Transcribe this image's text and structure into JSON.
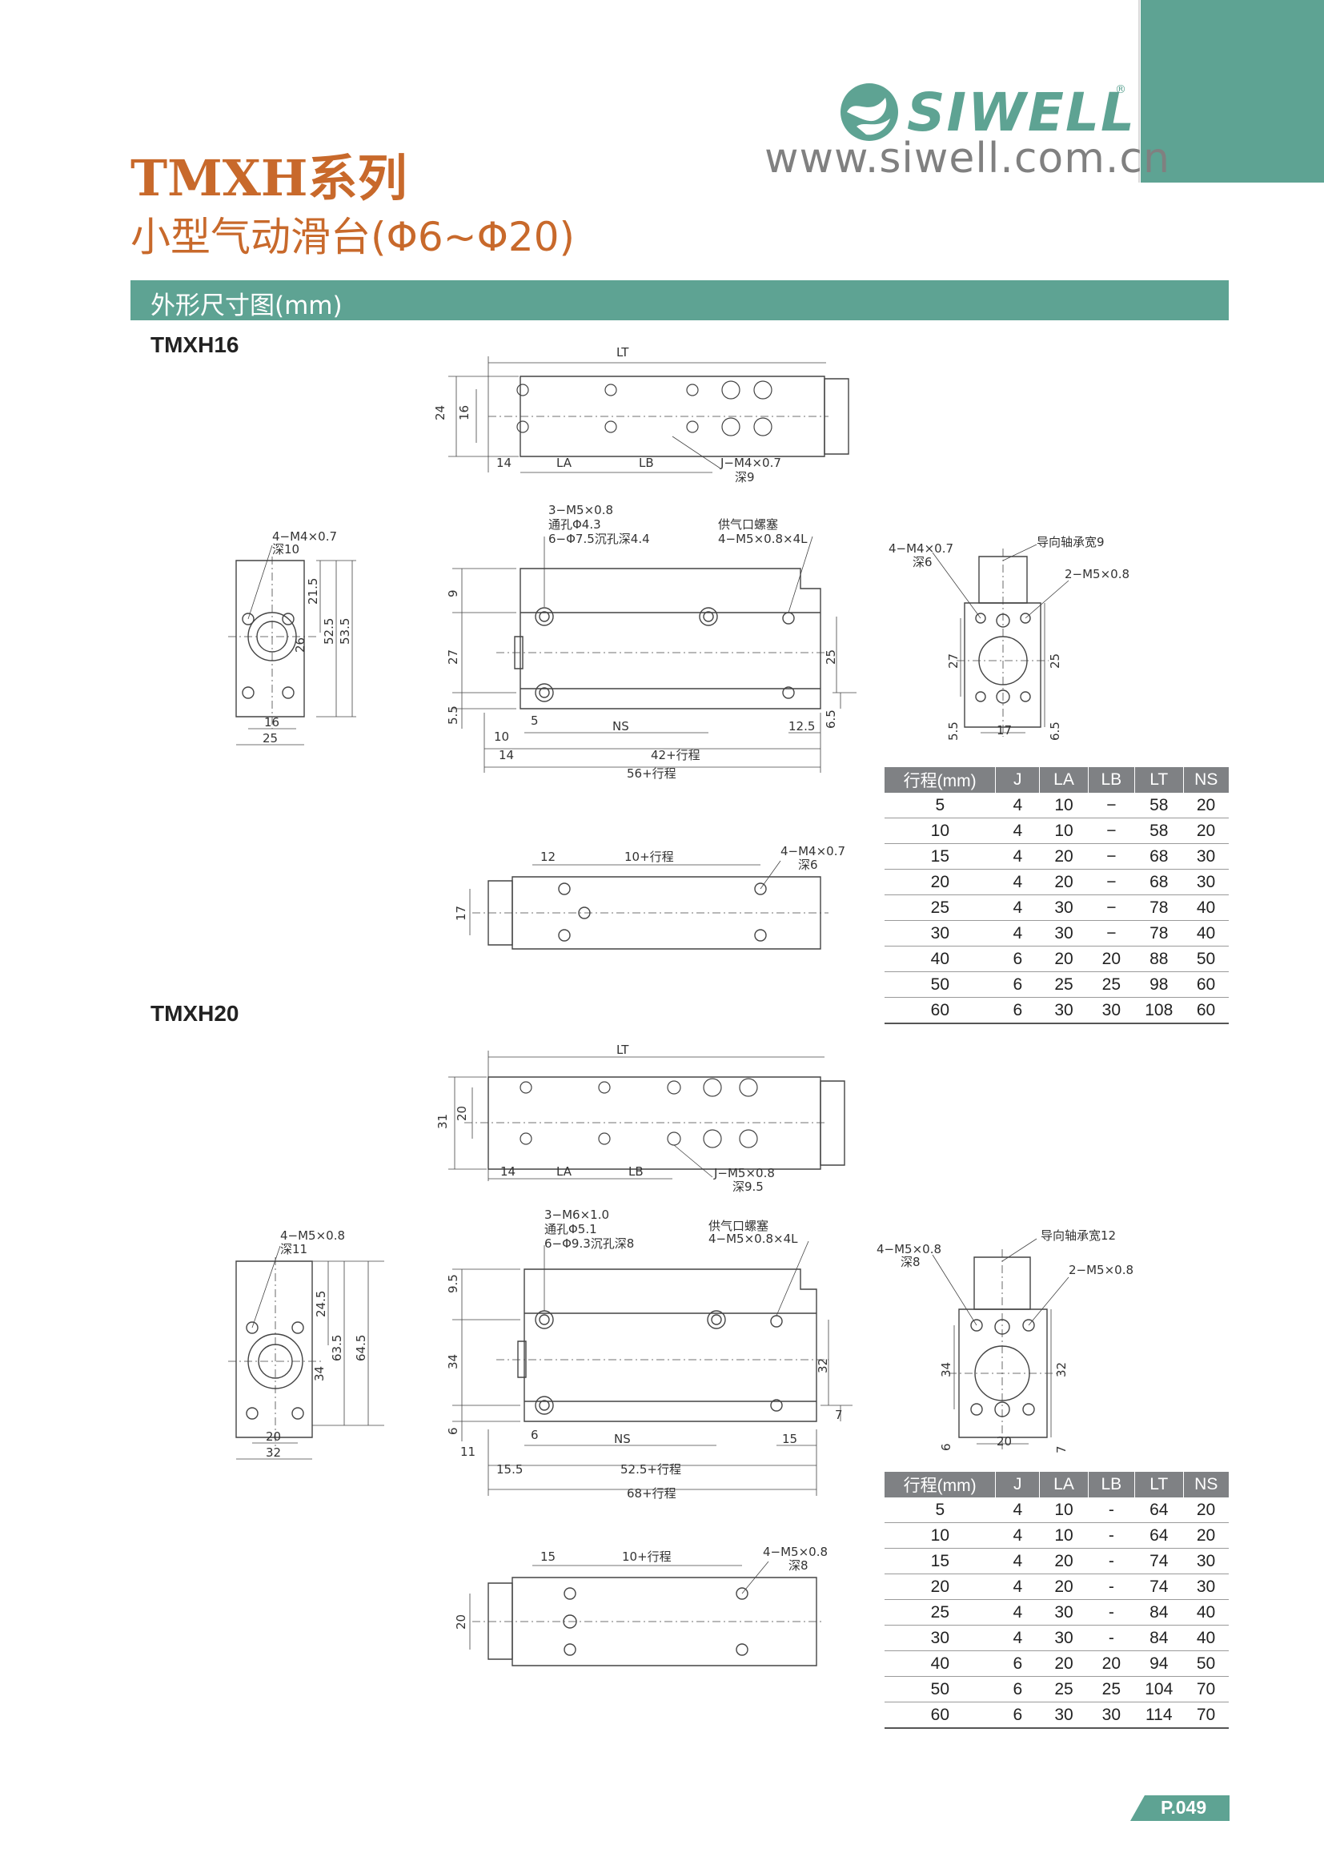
{
  "header": {
    "brand": "SIWELL",
    "registered_mark": "®",
    "website": "www.siwell.com.cn",
    "series_title": "TMXH系列",
    "product_subtitle": "小型气动滑台(Φ6~Φ20)",
    "accent_color": "#5ea393",
    "title_color": "#c8692b"
  },
  "section": {
    "title": "外形尺寸图(mm)"
  },
  "models": [
    {
      "name": "TMXH16",
      "top_view": {
        "labels": [
          "LT",
          "24",
          "16",
          "14",
          "LA",
          "LB",
          "J−M4×0.7",
          "深9"
        ]
      },
      "end_view_left": {
        "labels": [
          "4−M4×0.7",
          "深10",
          "21.5",
          "52.5",
          "53.5",
          "26",
          "16",
          "25"
        ]
      },
      "side_view": {
        "labels": [
          "3−M5×0.8",
          "通孔Φ4.3",
          "6−Φ7.5沉孔深4.4",
          "供气口螺塞",
          "4−M5×0.8×4L",
          "9",
          "27",
          "5.5",
          "5",
          "NS",
          "12.5",
          "25",
          "6.5",
          "10",
          "14",
          "42+行程",
          "56+行程"
        ]
      },
      "end_view_right": {
        "labels": [
          "4−M4×0.7",
          "深6",
          "导向轴承宽9",
          "2−M5×0.8",
          "27",
          "25",
          "5.5",
          "17",
          "6.5"
        ]
      },
      "bottom_view": {
        "labels": [
          "12",
          "10+行程",
          "4−M4×0.7",
          "深6",
          "17"
        ]
      },
      "table": {
        "headers": [
          "行程(mm)",
          "J",
          "LA",
          "LB",
          "LT",
          "NS"
        ],
        "rows": [
          [
            "5",
            "4",
            "10",
            "−",
            "58",
            "20"
          ],
          [
            "10",
            "4",
            "10",
            "−",
            "58",
            "20"
          ],
          [
            "15",
            "4",
            "20",
            "−",
            "68",
            "30"
          ],
          [
            "20",
            "4",
            "20",
            "−",
            "68",
            "30"
          ],
          [
            "25",
            "4",
            "30",
            "−",
            "78",
            "40"
          ],
          [
            "30",
            "4",
            "30",
            "−",
            "78",
            "40"
          ],
          [
            "40",
            "6",
            "20",
            "20",
            "88",
            "50"
          ],
          [
            "50",
            "6",
            "25",
            "25",
            "98",
            "60"
          ],
          [
            "60",
            "6",
            "30",
            "30",
            "108",
            "60"
          ]
        ]
      }
    },
    {
      "name": "TMXH20",
      "top_view": {
        "labels": [
          "LT",
          "31",
          "20",
          "14",
          "LA",
          "LB",
          "J−M5×0.8",
          "深9.5"
        ]
      },
      "end_view_left": {
        "labels": [
          "4−M5×0.8",
          "深11",
          "24.5",
          "63.5",
          "64.5",
          "34",
          "20",
          "32"
        ]
      },
      "side_view": {
        "labels": [
          "3−M6×1.0",
          "通孔Φ5.1",
          "6−Φ9.3沉孔深8",
          "供气口螺塞",
          "4−M5×0.8×4L",
          "9.5",
          "34",
          "6",
          "6",
          "NS",
          "15",
          "32",
          "7",
          "11",
          "15.5",
          "52.5+行程",
          "68+行程"
        ]
      },
      "end_view_right": {
        "labels": [
          "4−M5×0.8",
          "深8",
          "导向轴承宽12",
          "2−M5×0.8",
          "34",
          "32",
          "6",
          "20",
          "7"
        ]
      },
      "bottom_view": {
        "labels": [
          "15",
          "10+行程",
          "4−M5×0.8",
          "深8",
          "20"
        ]
      },
      "table": {
        "headers": [
          "行程(mm)",
          "J",
          "LA",
          "LB",
          "LT",
          "NS"
        ],
        "rows": [
          [
            "5",
            "4",
            "10",
            "-",
            "64",
            "20"
          ],
          [
            "10",
            "4",
            "10",
            "-",
            "64",
            "20"
          ],
          [
            "15",
            "4",
            "20",
            "-",
            "74",
            "30"
          ],
          [
            "20",
            "4",
            "20",
            "-",
            "74",
            "30"
          ],
          [
            "25",
            "4",
            "30",
            "-",
            "84",
            "40"
          ],
          [
            "30",
            "4",
            "30",
            "-",
            "84",
            "40"
          ],
          [
            "40",
            "6",
            "20",
            "20",
            "94",
            "50"
          ],
          [
            "50",
            "6",
            "25",
            "25",
            "104",
            "70"
          ],
          [
            "60",
            "6",
            "30",
            "30",
            "114",
            "70"
          ]
        ]
      }
    }
  ],
  "footer": {
    "page_number": "P.049"
  }
}
